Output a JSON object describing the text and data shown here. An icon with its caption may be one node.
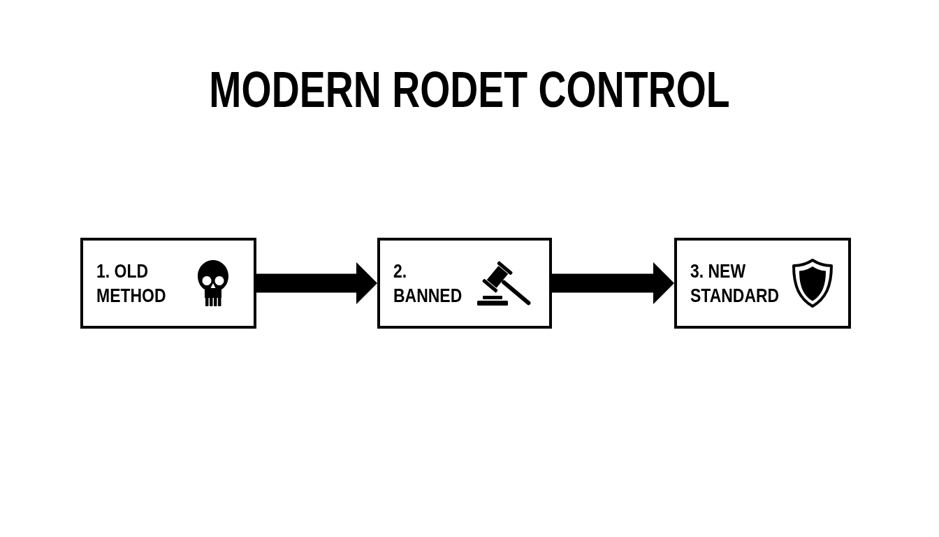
{
  "diagram": {
    "title": "MODERN RODET CONTROL",
    "nodes": [
      {
        "text": [
          "1. OLD METHOD"
        ]
      },
      {
        "text": [
          "2. BANNED"
        ]
      },
      {
        "text": [
          "3. NEW STANDARD"
        ]
      }
    ],
    "edges": [
      {
        "from": 0,
        "to": 1,
        "arrow": "to"
      },
      {
        "from": 1,
        "to": 2,
        "arrow": "to"
      }
    ]
  }
}
